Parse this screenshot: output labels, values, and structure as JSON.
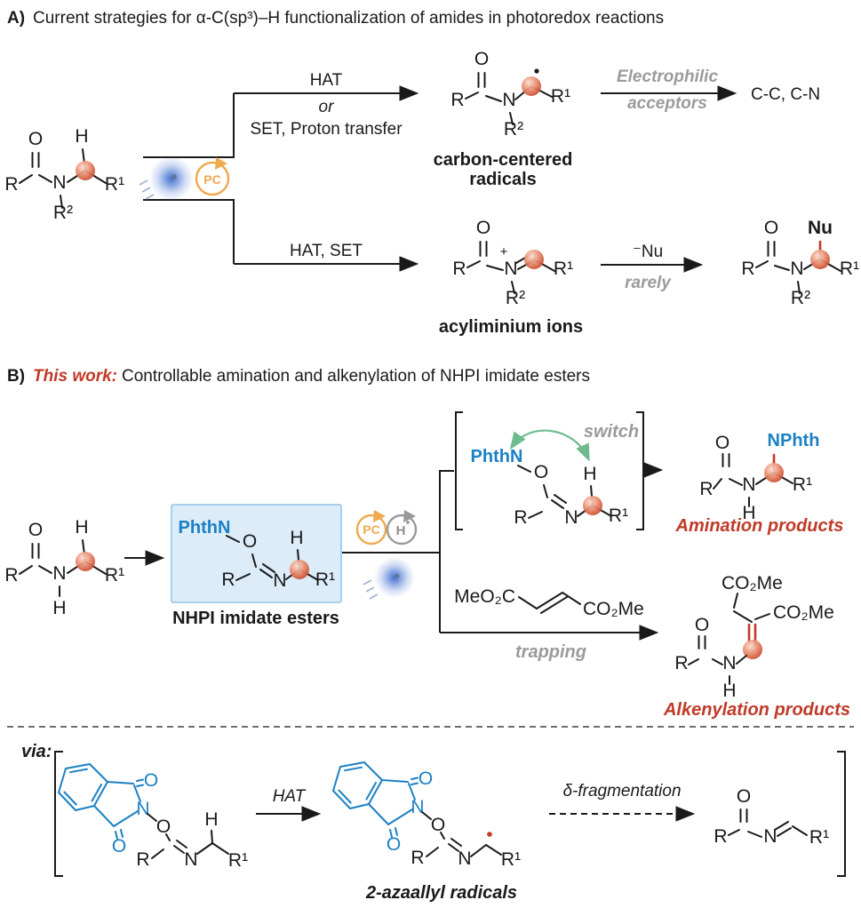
{
  "colors": {
    "ink": "#1a1a1a",
    "blue": "#1b80c4",
    "red": "#c03a28",
    "gray": "#9b9b9b",
    "orange": "#edaa4e",
    "green": "#6fbb90",
    "box_fill": "#dcecf9",
    "box_border": "#8fc3e9"
  },
  "atoms": {
    "R": "R",
    "O": "O",
    "N": "N",
    "H": "H",
    "R1": "R¹",
    "R2": "R²",
    "Nu": "Nu",
    "plus": "+",
    "PhthN": "PhthN",
    "NPhth": "NPhth",
    "MeO2C": "MeO₂C",
    "CO2Me": "CO₂Me"
  },
  "panel_a": {
    "label": "A)",
    "title": "Current strategies for α-C(sp³)–H functionalization of amides in photoredox reactions",
    "pc": "PC",
    "hat": "HAT",
    "or": "or",
    "set_proton": "SET, Proton transfer",
    "radicals_name_1": "carbon-centered",
    "radicals_name_2": "radicals",
    "electrophilic": "Electrophilic",
    "acceptors": "acceptors",
    "bond_products": "C-C, C-N",
    "hat_set": "HAT, SET",
    "acyliminium_name": "acyliminium ions",
    "nu_reagent": "⁻Nu",
    "rarely": "rarely"
  },
  "panel_b": {
    "label": "B)",
    "highlight": "This work:",
    "title": "Controllable amination and alkenylation of NHPI imidate esters",
    "pc": "PC",
    "h": "H",
    "nhpi_name": "NHPI imidate esters",
    "switch_note": "switch",
    "amination_name": "Amination products",
    "trapping_note": "trapping",
    "alkenylation_name": "Alkenylation products"
  },
  "mechanism": {
    "via_label": "via:",
    "hat": "HAT",
    "delta_fragmentation": "δ-fragmentation",
    "azaallyl_name": "2-azaallyl radicals"
  }
}
